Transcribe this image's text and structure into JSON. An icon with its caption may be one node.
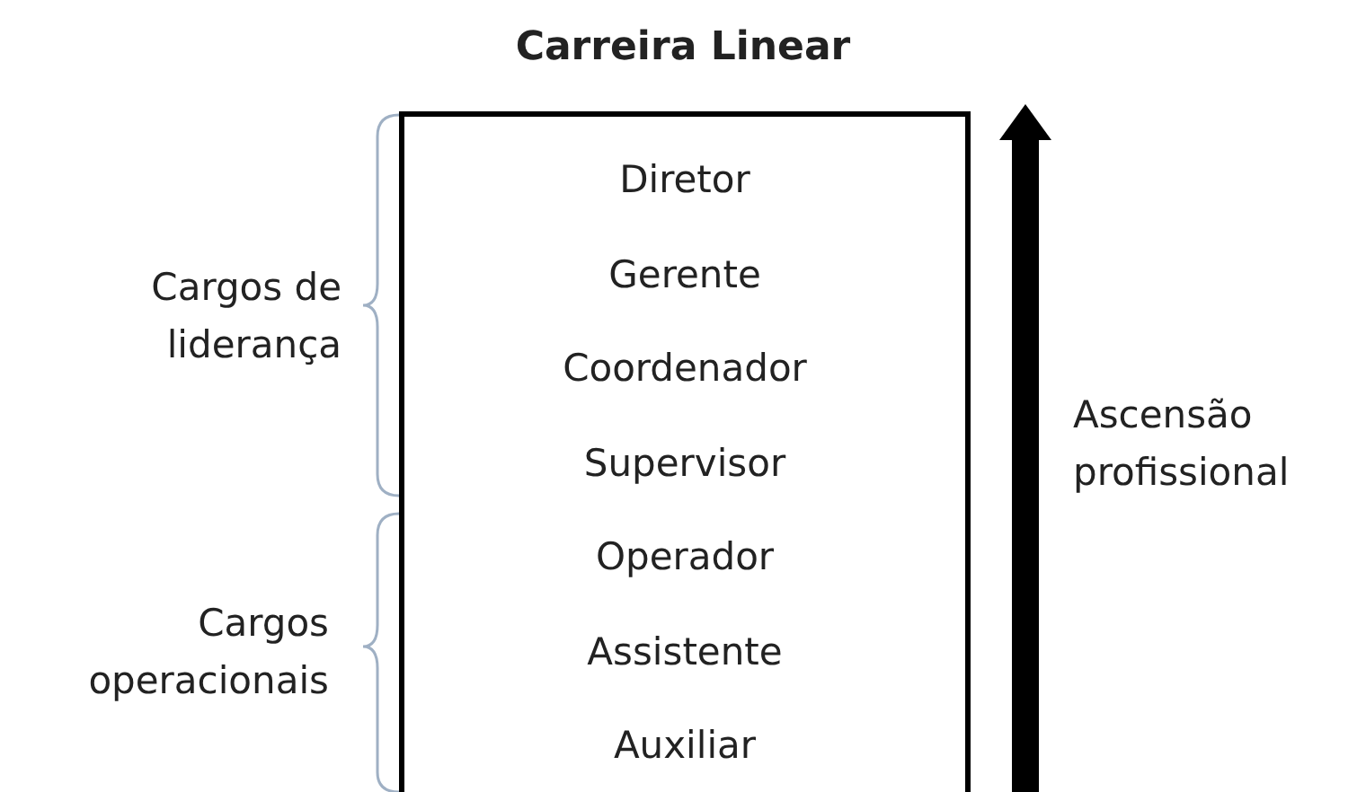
{
  "diagram": {
    "title": "Carreira Linear",
    "nodes": [
      {
        "text": [
          "Diretor",
          "Gerente",
          "Coordenador",
          "Supervisor",
          "Operador",
          "Assistente",
          "Auxiliar"
        ]
      }
    ],
    "labels": [
      "Cargos de liderança",
      "Cargos operacionais",
      "Ascensão profissional"
    ]
  }
}
